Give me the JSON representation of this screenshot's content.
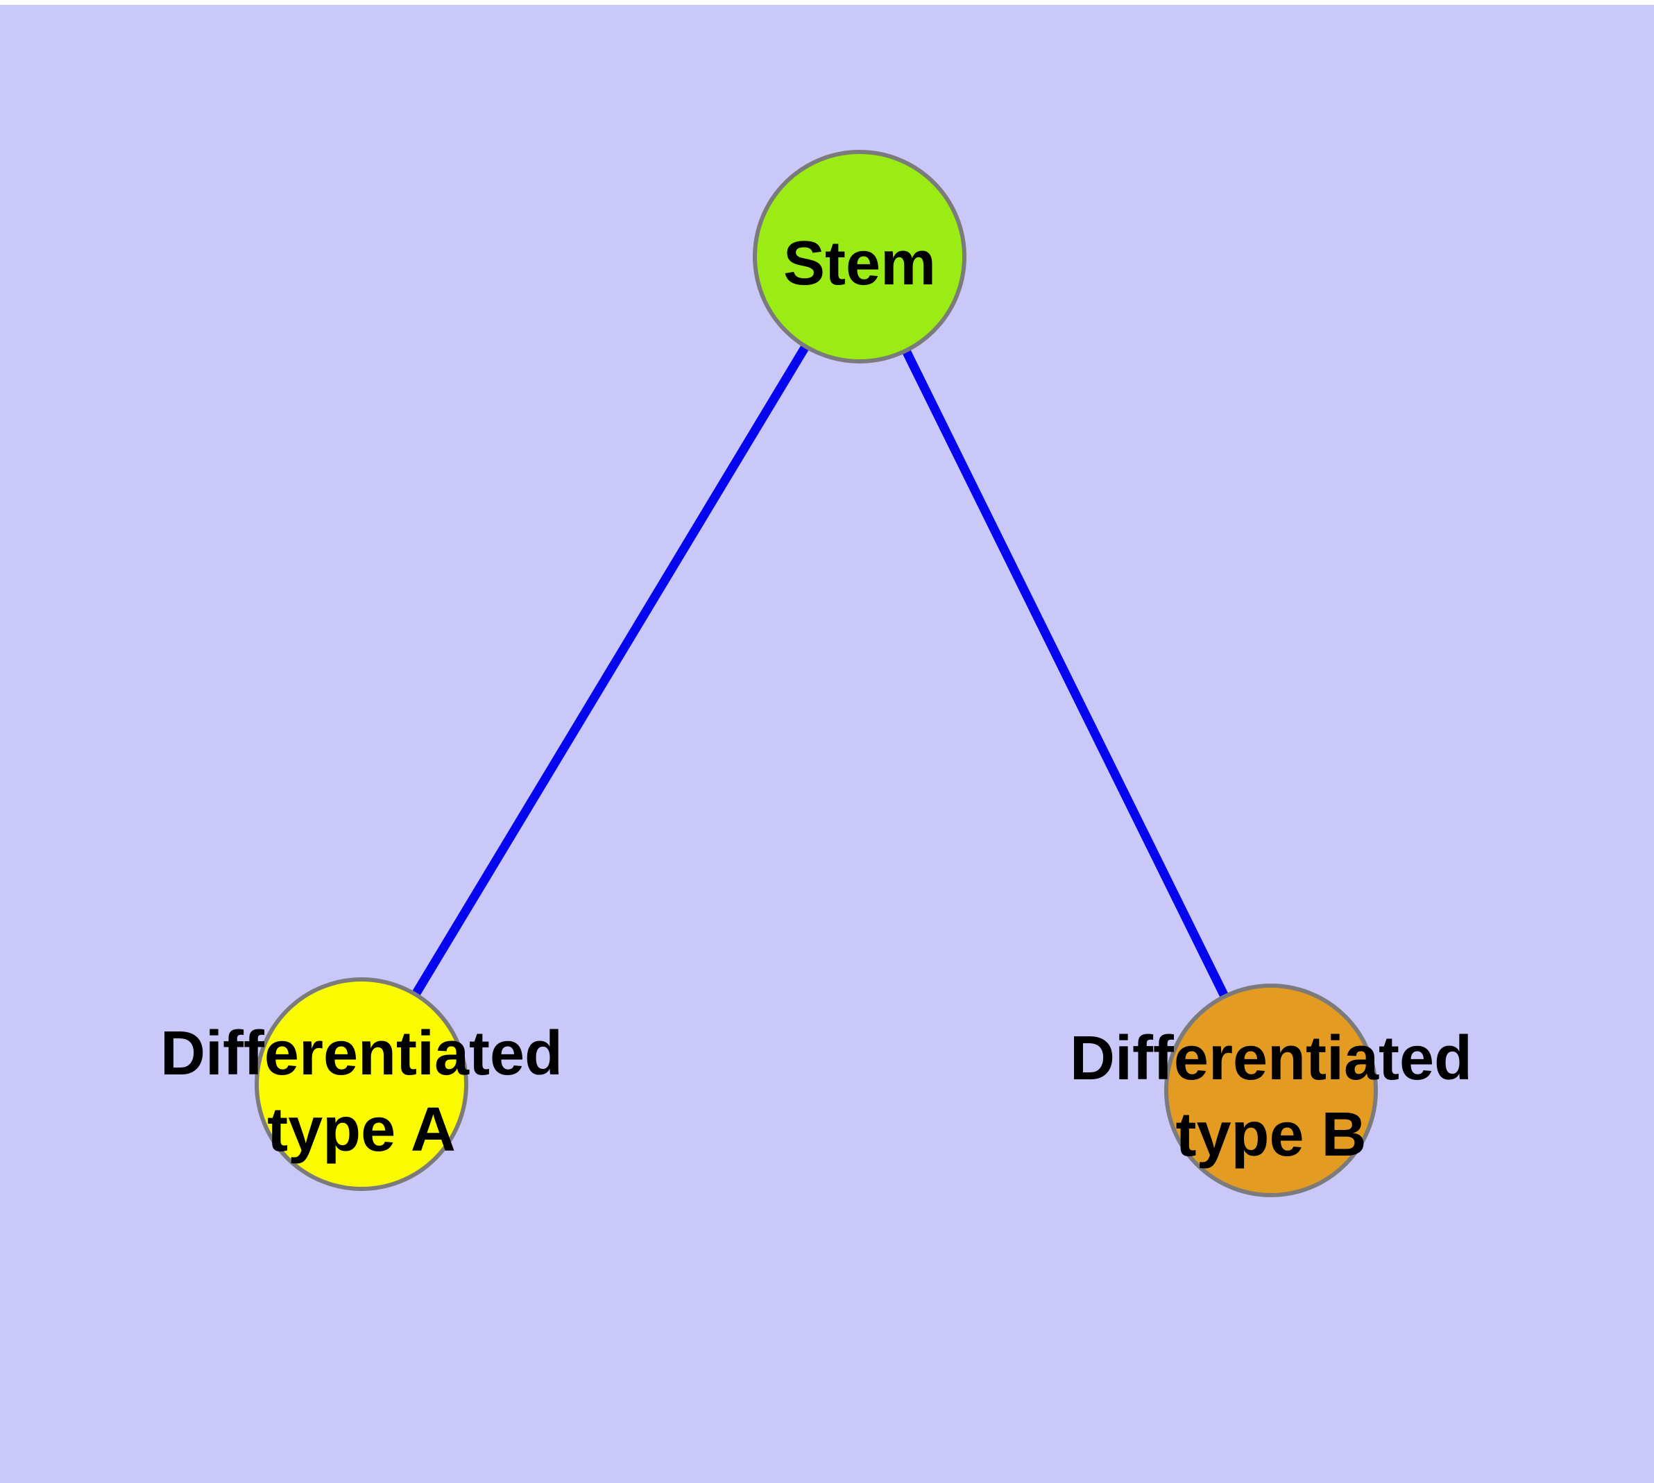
{
  "diagram": {
    "background_color": "#c9c8f8",
    "top_strip_color": "#ffffff",
    "edge_color": "#0505f0",
    "node_border_color": "#7b7b7b",
    "text_color": "#000000",
    "nodes": [
      {
        "id": "stem",
        "label": "Stem",
        "lines": [
          "Stem"
        ],
        "color": "#9bec14"
      },
      {
        "id": "differentiated-type-a",
        "label": "Differentiated type A",
        "lines": [
          "Differentiated",
          "type A"
        ],
        "color": "#fbfb00"
      },
      {
        "id": "differentiated-type-b",
        "label": "Differentiated type B",
        "lines": [
          "Differentiated",
          "type B"
        ],
        "color": "#e49b22"
      }
    ],
    "edges": [
      {
        "from": "Stem",
        "to": "Differentiated type A"
      },
      {
        "from": "Stem",
        "to": "Differentiated type B"
      }
    ]
  }
}
